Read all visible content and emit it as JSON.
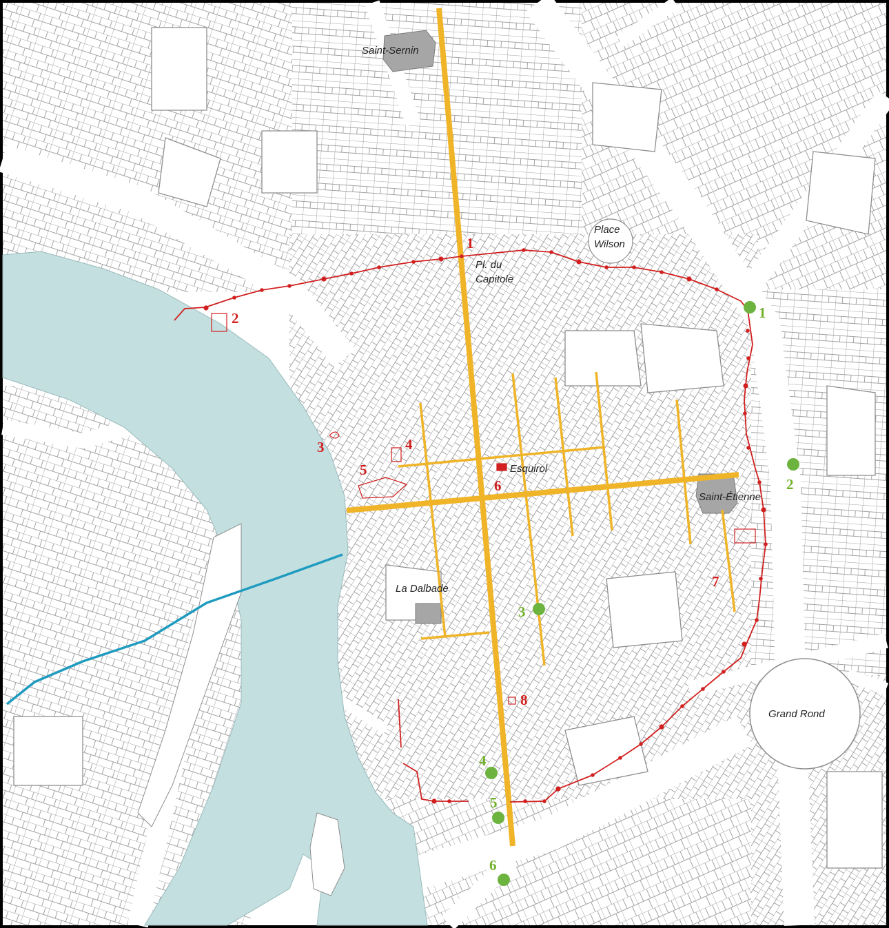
{
  "colors": {
    "river": "#c3dfe0",
    "street": "#ffffff",
    "parcel_line": "#9a9a9a",
    "landmark": "#a6a6a6",
    "cardo_decumanus": "#f0b429",
    "rampart": "#d21f1f",
    "green_site": "#6db33f",
    "blue_line": "#1f9bbf",
    "frame": "#000000"
  },
  "place_labels": [
    {
      "id": "saint-sernin",
      "text": "Saint-Sernin"
    },
    {
      "id": "place-wilson-1",
      "text": "Place"
    },
    {
      "id": "place-wilson-2",
      "text": "Wilson"
    },
    {
      "id": "capitole-1",
      "text": "Pl. du"
    },
    {
      "id": "capitole-2",
      "text": "Capitole"
    },
    {
      "id": "esquirol",
      "text": "Esquirol"
    },
    {
      "id": "saint-etienne",
      "text": "Saint-Étienne"
    },
    {
      "id": "la-dalbade",
      "text": "La Dalbade"
    },
    {
      "id": "grand-rond",
      "text": "Grand Rond"
    }
  ],
  "red_sites": [
    "1",
    "2",
    "3",
    "4",
    "5",
    "6",
    "7",
    "8"
  ],
  "green_sites": [
    "1",
    "2",
    "3",
    "4",
    "5",
    "6"
  ]
}
